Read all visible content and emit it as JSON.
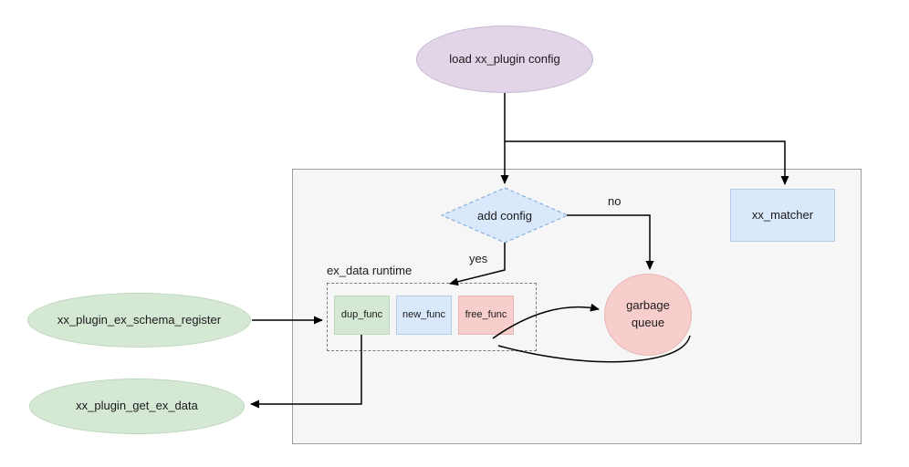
{
  "diagram": {
    "nodes": {
      "load_config": {
        "label": "load xx_plugin config"
      },
      "add_config": {
        "label": "add config"
      },
      "xx_matcher": {
        "label": "xx_matcher"
      },
      "runtime_group": {
        "label": "ex_data runtime"
      },
      "dup_func": {
        "label": "dup_func"
      },
      "new_func": {
        "label": "new_func"
      },
      "free_func": {
        "label": "free_func"
      },
      "garbage_queue": {
        "label": "garbage queue"
      },
      "schema_register": {
        "label": "xx_plugin_ex_schema_register"
      },
      "get_ex_data": {
        "label": "xx_plugin_get_ex_data"
      }
    },
    "edges": {
      "yes_label": "yes",
      "no_label": "no"
    },
    "colors": {
      "purple_fill": "#e1d5e7",
      "green_fill": "#d5e8d4",
      "blue_fill": "#dae8fc",
      "red_fill": "#f8cecc",
      "container_fill": "#f6f6f6",
      "edge_color": "#000000"
    }
  }
}
